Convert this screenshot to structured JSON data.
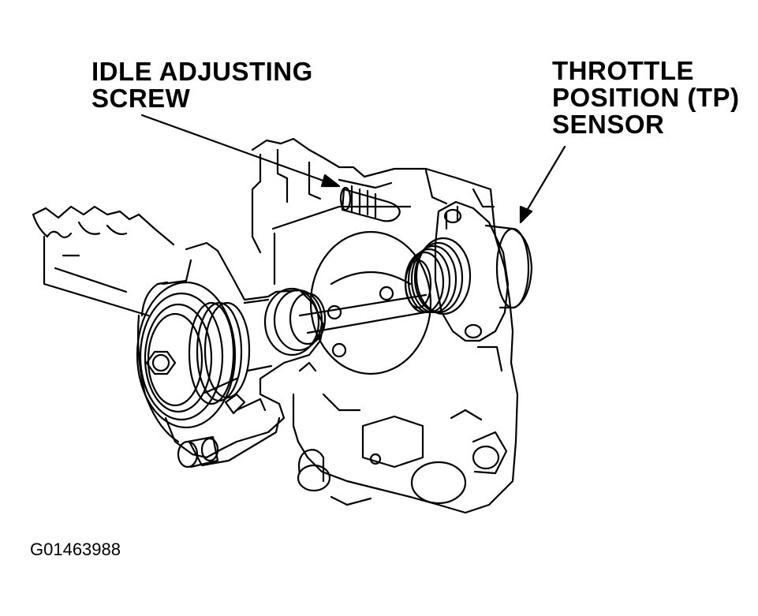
{
  "labels": {
    "idle_adjusting_screw": {
      "line1": "IDLE ADJUSTING",
      "line2": "SCREW"
    },
    "throttle_position_sensor": {
      "line1": "THROTTLE",
      "line2": "POSITION (TP)",
      "line3": "SENSOR"
    }
  },
  "figure_id": "G01463988",
  "colors": {
    "ink": "#000000",
    "paper": "#ffffff"
  }
}
